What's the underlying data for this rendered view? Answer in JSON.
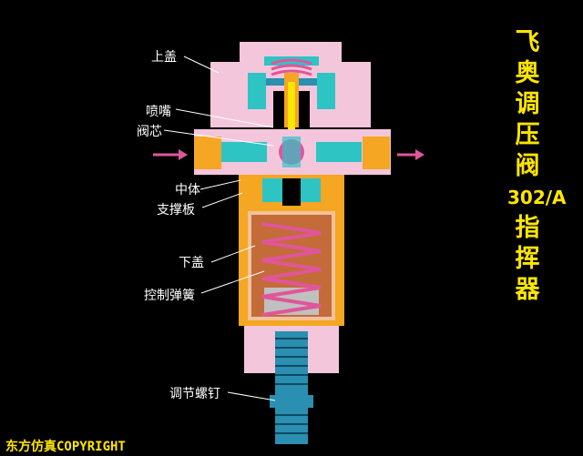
{
  "title_chars": [
    "飞",
    "奥",
    "调",
    "压",
    "阀",
    "302/A",
    "指",
    "挥",
    "器"
  ],
  "labels": {
    "upper_cover": "上盖",
    "nozzle": "喷嘴",
    "valve_core": "阀芯",
    "middle_body": "中体",
    "support_plate": "支撑板",
    "lower_cover": "下盖",
    "control_spring": "控制弹簧",
    "adjust_screw": "调节螺钉"
  },
  "footer": "东方仿真COPYRIGHT",
  "colors": {
    "background": "#000000",
    "title": "#ffe600",
    "label": "#ffffff",
    "pink_body": "#f4c6dc",
    "cyan": "#2ec4c4",
    "orange": "#f5a623",
    "spring": "#e0569a",
    "screw": "#2a8fb0"
  },
  "icons": [
    "arrow-in-icon",
    "arrow-out-icon"
  ]
}
